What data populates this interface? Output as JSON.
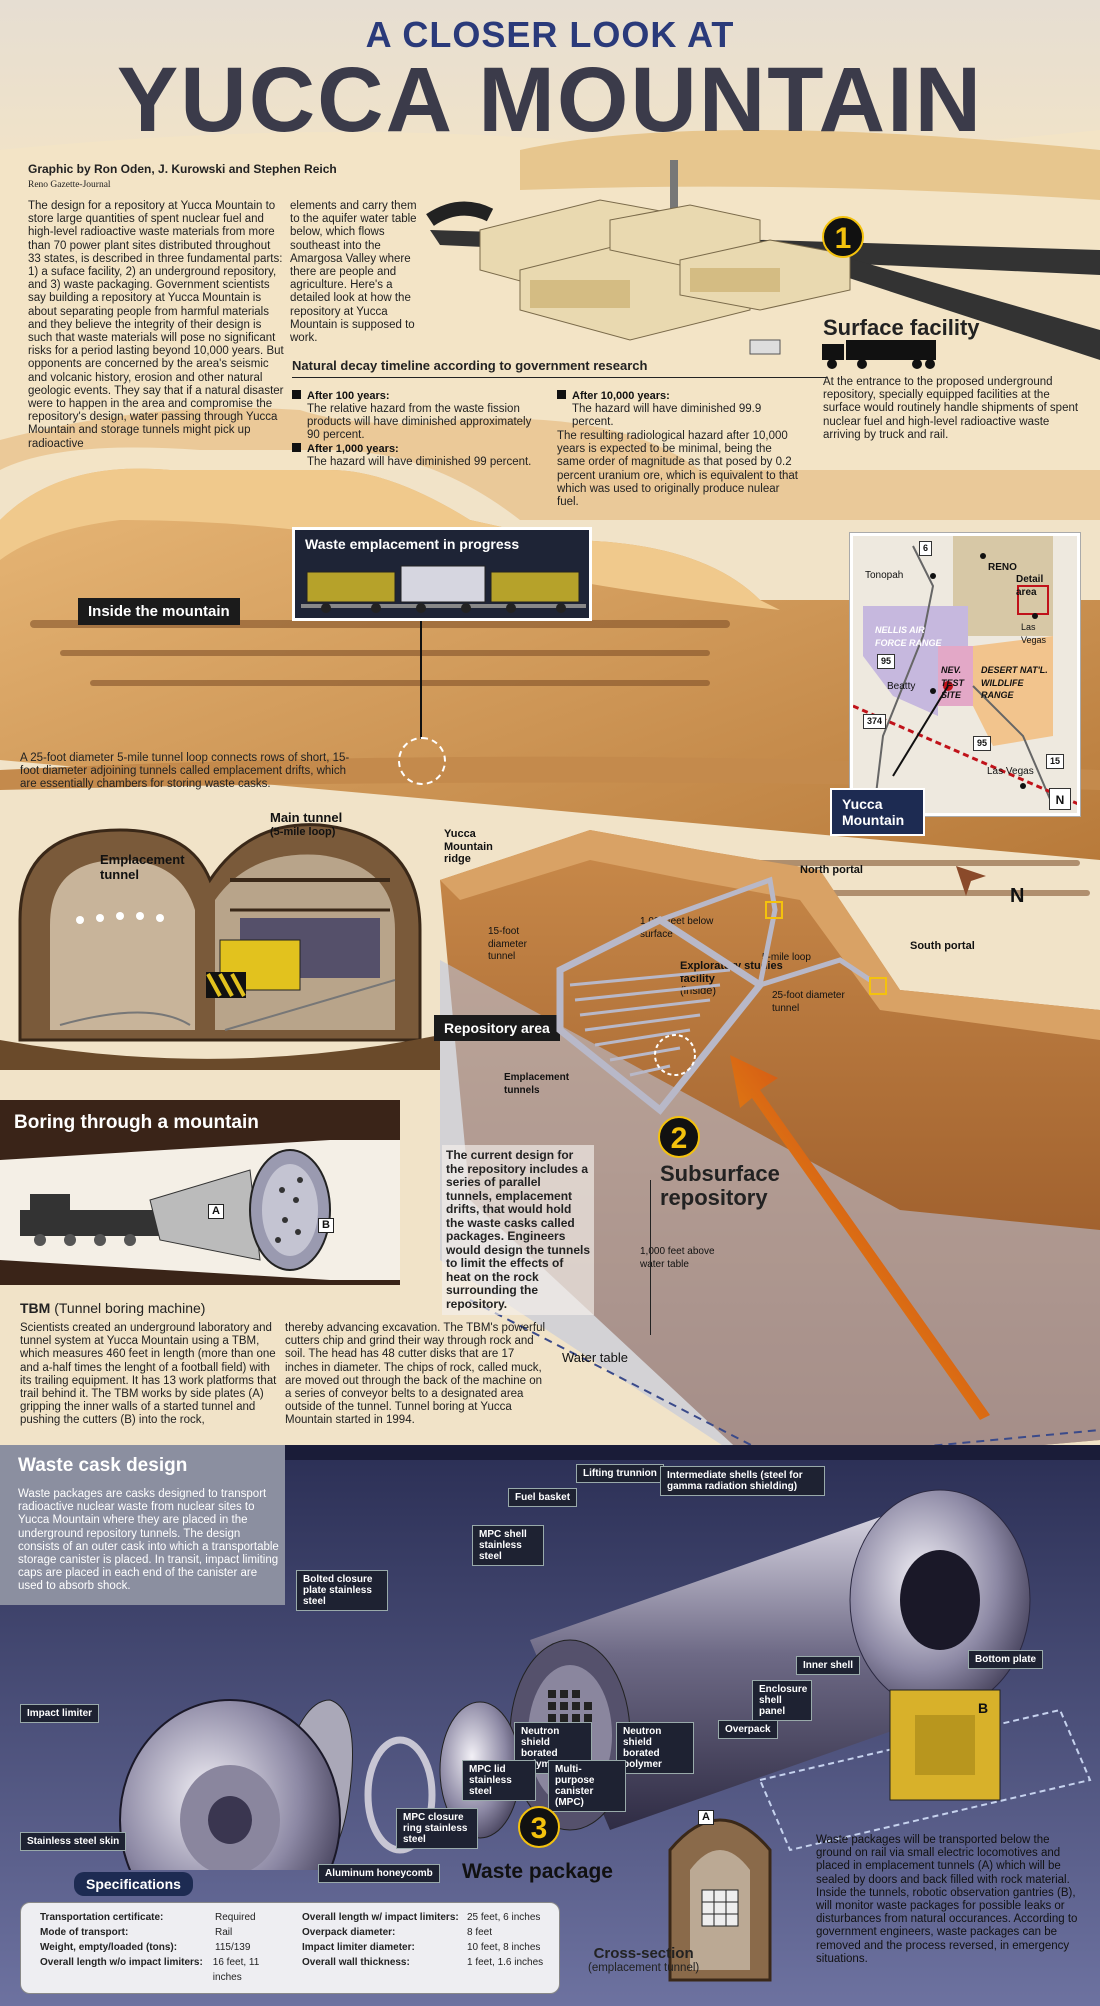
{
  "header": {
    "pretitle": "A CLOSER LOOK AT",
    "title": "YUCCA MOUNTAIN",
    "byline": "Graphic by Ron Oden, J. Kurowski and Stephen Reich",
    "source": "Reno Gazette-Journal"
  },
  "intro": {
    "col1": "The design for a repository at Yucca Mountain to store large quantities of spent nuclear fuel and high-level radioactive waste materials from more than 70 power plant sites distributed throughout 33 states, is described in three fundamental parts: 1) a suface facility, 2) an underground repository, and 3) waste packaging. Government scientists say building a repository at Yucca Mountain is about separating people from harmful materials and they believe the integrity of their design is such that waste materials will pose no significant risks for a period lasting beyond 10,000 years. But opponents are concerned by the area's seismic and volcanic history, erosion and other natural geologic events. They say that if a natural disaster were to happen in the area and compromise the repository's design, water passing through Yucca Mountain and storage tunnels might pick up radioactive",
    "col2": "elements and carry them to the aquifer water table below, which flows southeast into the Amargosa Valley where there are people and agriculture. Here's a detailed look at how the repository at Yucca Mountain is supposed to work."
  },
  "timeline": {
    "title": "Natural decay  timeline according to government research",
    "items": [
      {
        "head": "After 100 years:",
        "text": "The relative hazard from the waste fission products will have diminished approximately 90 percent."
      },
      {
        "head": "After 1,000 years:",
        "text": "The hazard will have diminished 99 percent."
      },
      {
        "head": "After 10,000 years:",
        "text": "The hazard will have diminished 99.9 percent."
      }
    ],
    "note": "The resulting radiological hazard after 10,000 years is expected to be minimal, being the same order of magnitude as that posed by 0.2 percent uranium ore, which is equivalent to that which was used to originally produce nulear fuel."
  },
  "surface": {
    "number": "1",
    "title": "Surface facility",
    "text": "At the entrance to the proposed underground repository, specially equipped facilities at the surface would routinely handle shipments of spent nuclear fuel and high-level radioactive waste arriving by truck and rail."
  },
  "map": {
    "labels": {
      "reno": "RENO",
      "tonopah": "Tonopah",
      "detail": "Detail area",
      "nellis": "NELLIS AIR FORCE RANGE",
      "test_site": "NEV. TEST SITE",
      "desert": "DESERT NAT'L. WILDLIFE RANGE",
      "beatty": "Beatty",
      "lasvegas": "Las Vegas",
      "lasvegas_small": "Las Vegas",
      "hw6": "6",
      "hw95a": "95",
      "hw95b": "95",
      "hw374": "374",
      "hw15": "15",
      "north": "N"
    },
    "caption": "Yucca Mountain"
  },
  "inside": {
    "tag": "Inside the mountain",
    "emplacement_title": "Waste emplacement in progress",
    "loop_text": "A 25-foot diameter 5-mile tunnel loop connects rows of short, 15-foot diameter adjoining tunnels called emplacement drifts, which are essentially chambers for storing waste casks.",
    "main_tunnel": "Main tunnel",
    "main_tunnel_sub": "(5-mile loop)",
    "emplacement_tunnel": "Emplacement tunnel"
  },
  "repo": {
    "ridge": "Yucca Mountain ridge",
    "north_portal": "North portal",
    "south_portal": "South portal",
    "depth_below": "1,000 feet below surface",
    "fifteen": "15-foot diameter tunnel",
    "exploratory": "Exploratory studies facility",
    "exploratory_sub": "(inside)",
    "loop": "5-mile loop",
    "twentyfive": "25-foot diameter tunnel",
    "repository_area": "Repository area",
    "emplacement_tunnels": "Emplacement tunnels",
    "north_arrow": "N",
    "number": "2",
    "title_line1": "Subsurface",
    "title_line2": "repository",
    "desc": "The current design for the repository includes a series of parallel tunnels, emplacement drifts, that would hold the waste casks called packages. Engineers would design the tunnels to limit the effects of heat on the rock surrounding the repository.",
    "depth_above": "1,000 feet above water table",
    "water_table": "Water table"
  },
  "boring": {
    "title": "Boring through a mountain",
    "label_a": "A",
    "label_b": "B",
    "tbm_head": "TBM",
    "tbm_sub": " (Tunnel boring machine)",
    "col1": "Scientists created an underground laboratory and tunnel system at Yucca Mountain using a TBM, which measures 460 feet in length (more than one and a-half times the lenght of a football field) with its trailing equipment. It has 13 work platforms that trail behind it. The TBM works by side plates (A) gripping the inner walls of a started tunnel and pushing the cutters (B) into the rock,",
    "col2": "thereby advancing excavation. The TBM's powerful cutters chip and grind their way through rock and soil. The head has 48 cutter disks that are 17 inches in diameter. The chips of rock, called muck, are moved out through the back of the machine on a series of conveyor belts to a designated area outside of the tunnel. Tunnel boring at Yucca Mountain started in 1994."
  },
  "cask": {
    "title": "Waste cask design",
    "text": "Waste packages are casks designed to transport radioactive nuclear waste from nuclear sites to Yucca Mountain where they are placed in the underground repository tunnels. The design consists of an outer cask into which a transportable storage canister is placed. In transit, impact limiting caps are placed in each end of the canister are used to absorb shock.",
    "callouts": {
      "lifting": "Lifting trunnion",
      "intermediate": "Intermediate shells (steel for gamma radiation shielding)",
      "fuel_basket": "Fuel basket",
      "mpc_shell": "MPC shell stainless steel",
      "bolted": "Bolted closure plate stainless steel",
      "inner_shell": "Inner shell",
      "bottom_plate": "Bottom plate",
      "enclosure": "Enclosure shell panel",
      "overpack": "Overpack",
      "neutron1": "Neutron shield borated polymer",
      "neutron2": "Neutron shield borated polymer",
      "impact": "Impact limiter",
      "mpc_lid": "MPC lid stainless steel",
      "multi": "Multi-purpose canister (MPC)",
      "mpc_ring": "MPC closure ring stainless steel",
      "skin": "Stainless steel skin",
      "honeycomb": "Aluminum honeycomb"
    },
    "number": "3",
    "package_title": "Waste package",
    "transport_text": "Waste packages will be transported below the ground on rail via small electric locomotives and placed in emplacement tunnels (A) which will be sealed by doors and back filled with rock material. Inside the tunnels, robotic observation gantries (B), will monitor waste packages for possible leaks or disturbances from natural occurances. According to government engineers, waste packages can be removed and the process reversed, in emergency situations.",
    "cross_title": "Cross-section",
    "cross_sub": "(emplacement tunnel)",
    "label_a": "A",
    "label_b": "B"
  },
  "specs": {
    "title": "Specifications",
    "left": [
      {
        "k": "Transportation certificate:",
        "v": "Required"
      },
      {
        "k": "Mode of transport:",
        "v": "Rail"
      },
      {
        "k": "Weight, empty/loaded (tons):",
        "v": "115/139"
      },
      {
        "k": "Overall length w/o impact limiters:",
        "v": "16 feet, 11 inches"
      }
    ],
    "right": [
      {
        "k": "Overall length w/ impact limiters:",
        "v": "25 feet, 6 inches"
      },
      {
        "k": "Overpack diameter:",
        "v": "8 feet"
      },
      {
        "k": "Impact limiter diameter:",
        "v": "10 feet, 8 inches"
      },
      {
        "k": "Overall wall thickness:",
        "v": "1 feet, 1.6 inches"
      }
    ]
  }
}
